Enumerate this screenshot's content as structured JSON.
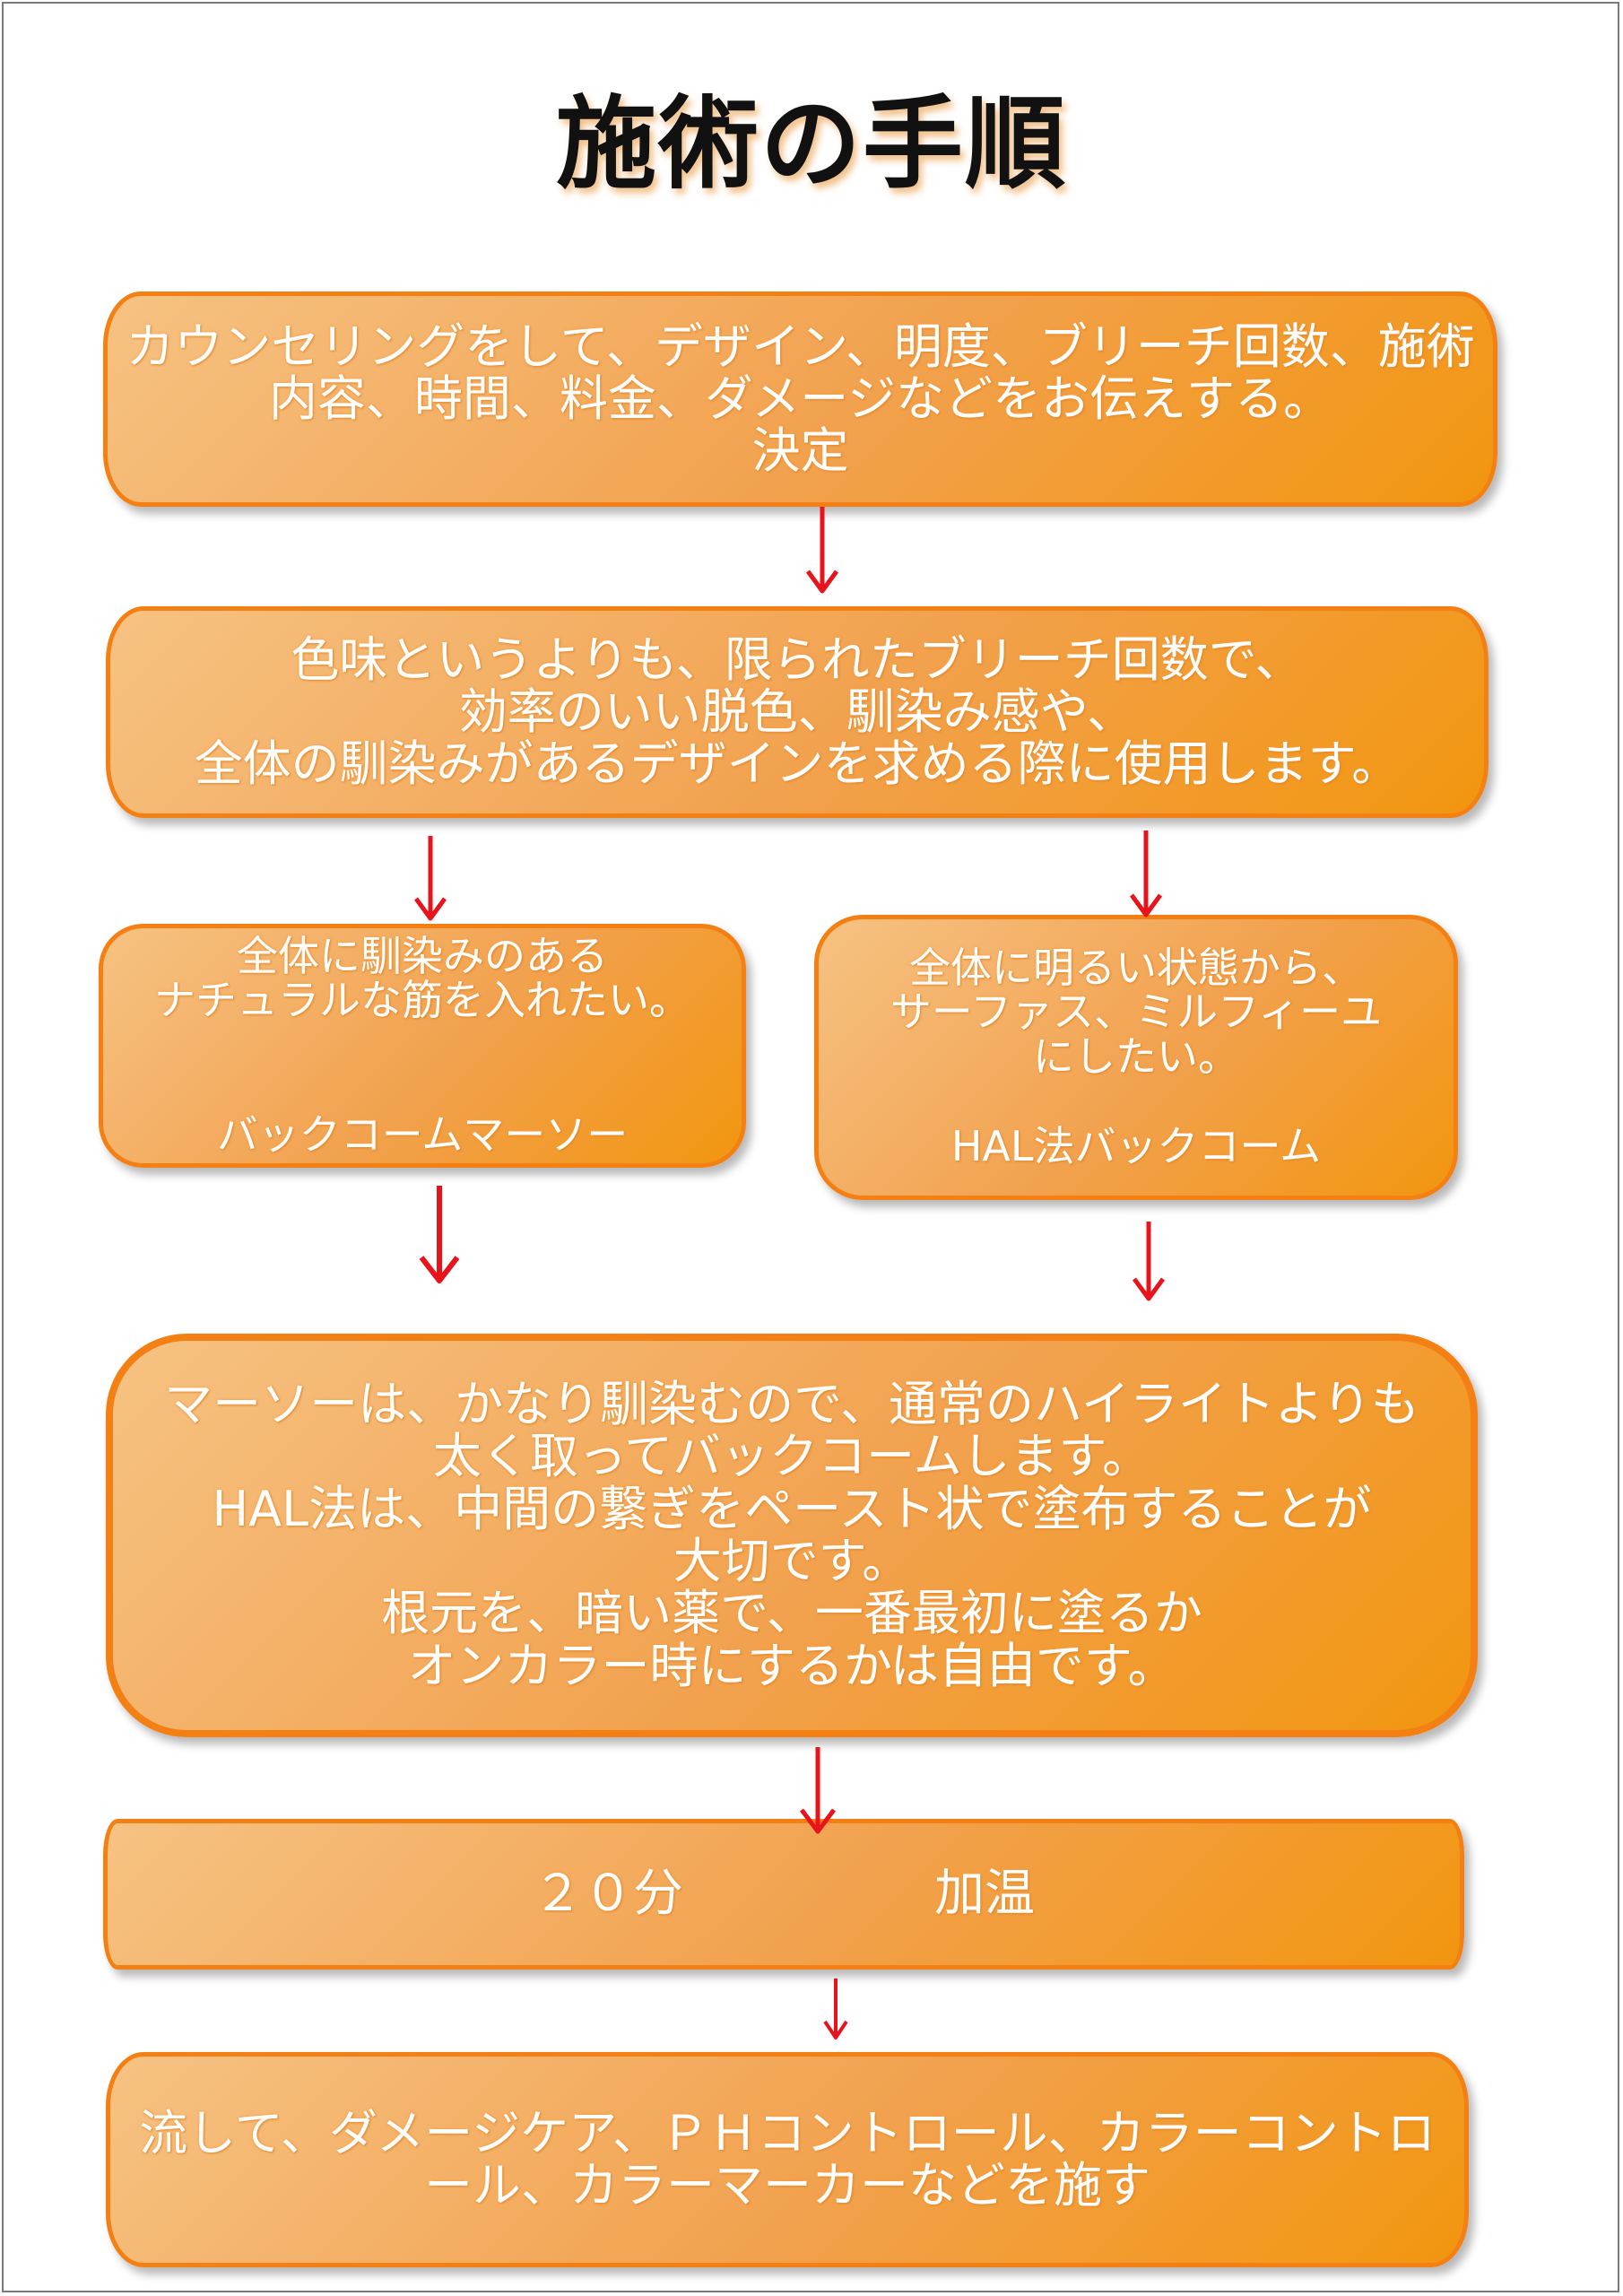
{
  "diagram": {
    "title": "施術の手順",
    "steps": {
      "counseling": "カウンセリングをして、デザイン、明度、ブリーチ回数、施術\n内容、時間、料金、ダメージなどをお伝えする。\n決定",
      "purpose": "色味というよりも、限られたブリーチ回数で、\n効率のいい脱色、馴染み感や、\n全体の馴染みがあるデザインを求める際に使用します。",
      "option_left": "全体に馴染みのある\nナチュラルな筋を入れたい。\n\n\nバックコームマーソー",
      "option_right": "全体に明るい状態から、\nサーファス、ミルフィーユ\nにしたい。\n\nHAL法バックコーム",
      "technique": "マーソーは、かなり馴染むので、通常のハイライトよりも\n太く取ってバックコームします。\nHAL法は、中間の繋ぎをペースト状で塗布することが\n大切です。\n根元を、暗い薬で、一番最初に塗るか\nオンカラー時にするかは自由です。",
      "processing": "２０分　　　　　加温",
      "finish": "流して、ダメージケア、ＰＨコントロール、カラーコントロ\nール、カラーマーカーなどを施す"
    }
  },
  "colors": {
    "box_border": "#f47f12",
    "box_fill_light": "#f6c283",
    "box_fill_dark": "#f2960f",
    "arrow": "#e8141c",
    "box_text": "#ffffff",
    "title_text": "#111111"
  }
}
